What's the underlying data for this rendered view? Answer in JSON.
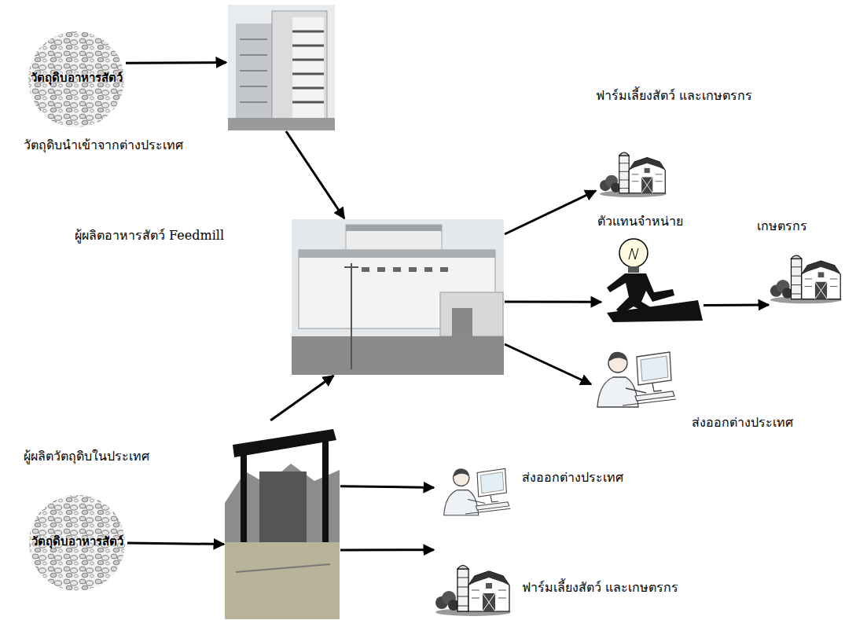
{
  "diagram": {
    "nodes": [
      {
        "text": [
          "วัตถุดิบอาหารสัตว์",
          "วัตถุดิบนำเข้าจากต่างประเทศ"
        ]
      },
      {
        "text": []
      },
      {
        "text": [
          "ผู้ผลิตอาหารสัตว์ Feedmill"
        ]
      },
      {
        "text": [
          "ฟาร์มเลี้ยงสัตว์ และเกษตรกร"
        ]
      },
      {
        "text": [
          "ตัวแทนจำหน่าย"
        ]
      },
      {
        "text": [
          "เกษตรกร"
        ]
      },
      {
        "text": [
          "ส่งออกต่างประเทศ"
        ]
      },
      {
        "text": [
          "วัตถุดิบอาหารสัตว์"
        ]
      },
      {
        "text": [
          "ผู้ผลิตวัตถุดิบในประเทศ"
        ]
      },
      {
        "text": [
          "ส่งออกต่างประเทศ"
        ]
      },
      {
        "text": [
          "ฟาร์มเลี้ยงสัตว์ และเกษตรกร"
        ]
      }
    ],
    "edges": [
      {
        "from": 0,
        "to": 1,
        "arrow": "to"
      },
      {
        "from": 1,
        "to": 2,
        "arrow": "to"
      },
      {
        "from": 2,
        "to": 3,
        "arrow": "to"
      },
      {
        "from": 2,
        "to": 4,
        "arrow": "to"
      },
      {
        "from": 4,
        "to": 5,
        "arrow": "to"
      },
      {
        "from": 2,
        "to": 6,
        "arrow": "to"
      },
      {
        "from": 7,
        "to": 8,
        "arrow": "to"
      },
      {
        "from": 8,
        "to": 2,
        "arrow": "to"
      },
      {
        "from": 8,
        "to": 9,
        "arrow": "to"
      },
      {
        "from": 8,
        "to": 10,
        "arrow": "to"
      }
    ]
  }
}
